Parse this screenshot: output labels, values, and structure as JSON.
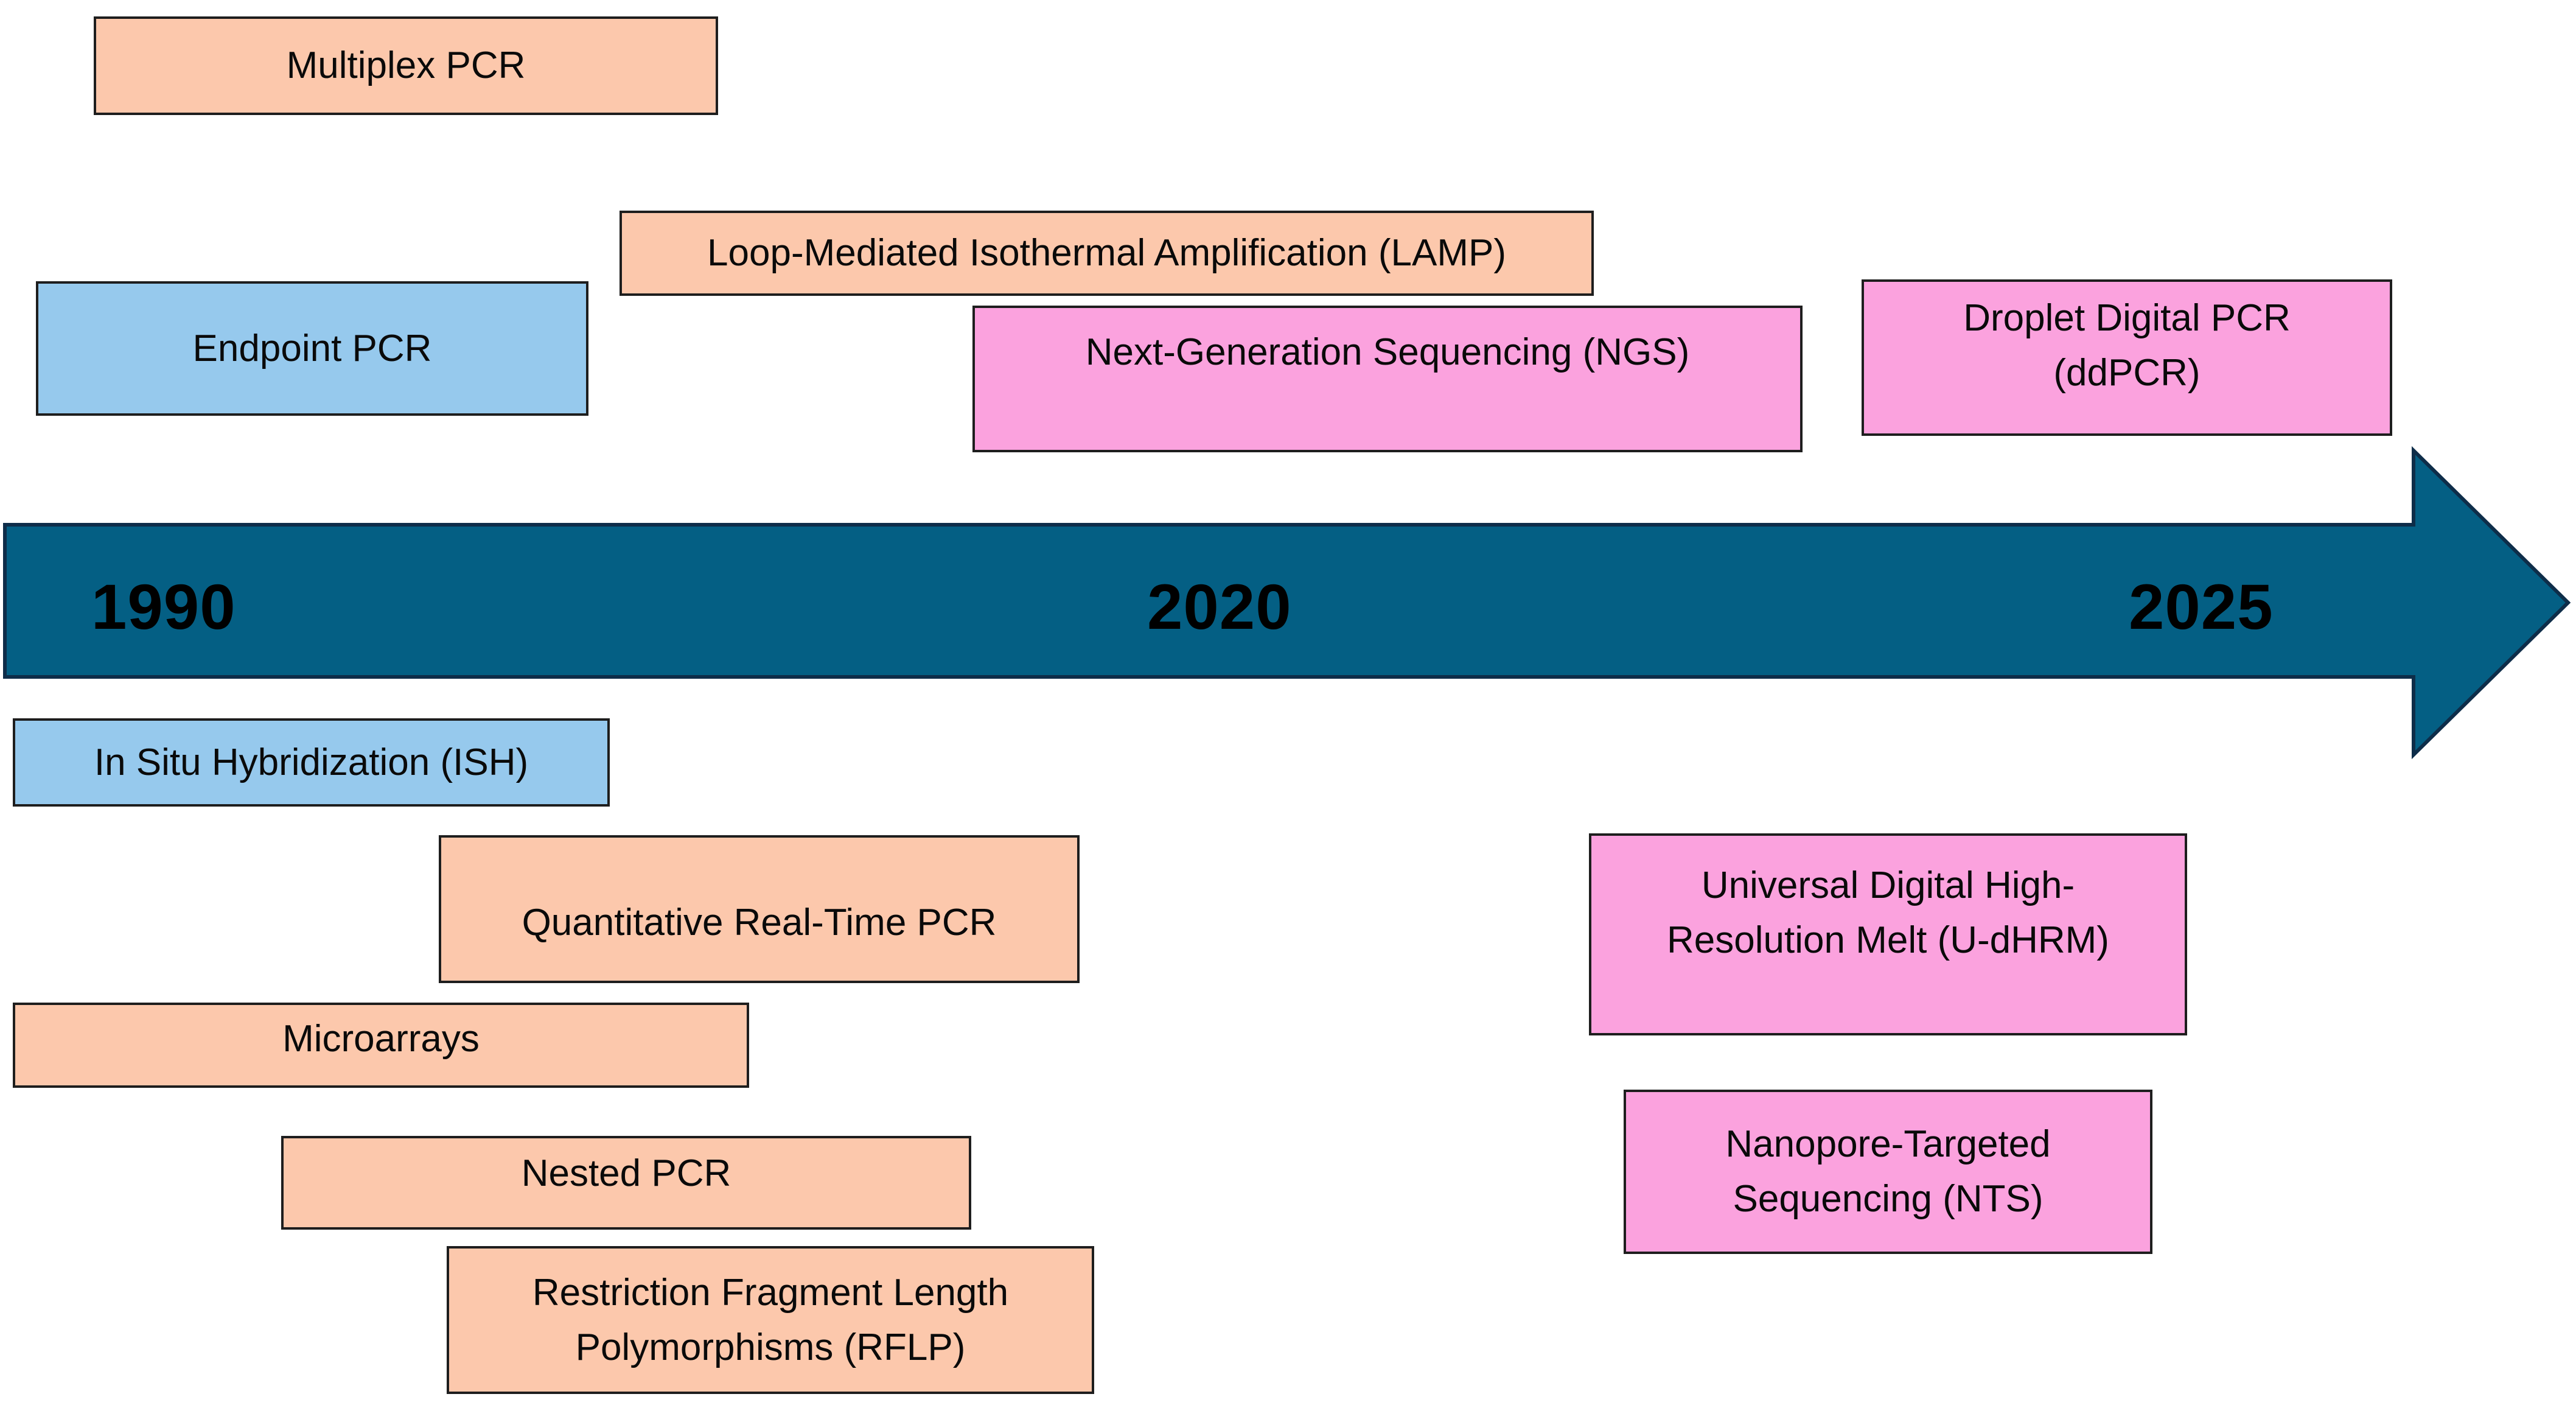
{
  "colors": {
    "peach": "#FCC8AC",
    "blue": "#96C9ED",
    "pink": "#FBA2DE",
    "arrow_fill": "#045F84",
    "arrow_outline": "#0E2D49",
    "box_outline": "#1E1E1E",
    "text": "#000000"
  },
  "timeline": {
    "years": [
      {
        "label": "1990"
      },
      {
        "label": "2020"
      },
      {
        "label": "2025"
      }
    ]
  },
  "boxes": {
    "multiplex_pcr": {
      "label": "Multiplex PCR",
      "color": "peach",
      "row": "above"
    },
    "endpoint_pcr": {
      "label": "Endpoint PCR",
      "color": "blue",
      "row": "above"
    },
    "lamp": {
      "label": "Loop-Mediated Isothermal Amplification (LAMP)",
      "color": "peach",
      "row": "above"
    },
    "ngs": {
      "label": "Next-Generation Sequencing (NGS)",
      "color": "pink",
      "row": "above"
    },
    "ddpcr": {
      "lines": [
        "Droplet Digital PCR",
        "(ddPCR)"
      ],
      "color": "pink",
      "row": "above"
    },
    "ish": {
      "label": "In Situ Hybridization (ISH)",
      "color": "blue",
      "row": "below"
    },
    "qpcr": {
      "label": "Quantitative Real-Time PCR",
      "color": "peach",
      "row": "below"
    },
    "microarrays": {
      "label": "Microarrays",
      "color": "peach",
      "row": "below"
    },
    "nested_pcr": {
      "label": "Nested PCR",
      "color": "peach",
      "row": "below"
    },
    "rflp": {
      "lines": [
        "Restriction Fragment Length",
        "Polymorphisms (RFLP)"
      ],
      "color": "peach",
      "row": "below"
    },
    "udhrm": {
      "lines": [
        "Universal Digital High-",
        "Resolution Melt (U-dHRM)"
      ],
      "color": "pink",
      "row": "below"
    },
    "nts": {
      "lines": [
        "Nanopore-Targeted",
        "Sequencing (NTS)"
      ],
      "color": "pink",
      "row": "below"
    }
  }
}
